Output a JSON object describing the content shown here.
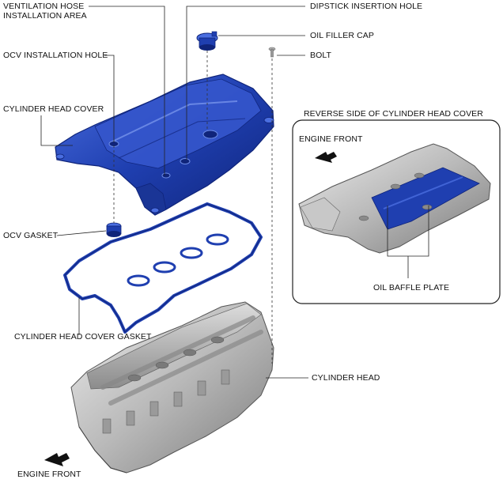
{
  "labels": {
    "ventilation_hose_line1": "VENTILATION HOSE",
    "ventilation_hose_line2": "INSTALLATION AREA",
    "dipstick_hole": "DIPSTICK INSERTION HOLE",
    "oil_filler_cap": "OIL FILLER CAP",
    "bolt": "BOLT",
    "ocv_installation_hole": "OCV INSTALLATION HOLE",
    "cylinder_head_cover": "CYLINDER HEAD COVER",
    "reverse_side_title": "REVERSE SIDE OF CYLINDER HEAD COVER",
    "engine_front_inset": "ENGINE FRONT",
    "oil_baffle_plate": "OIL BAFFLE PLATE",
    "ocv_gasket": "OCV GASKET",
    "cylinder_head_cover_gasket": "CYLINDER HEAD COVER GASKET",
    "cylinder_head": "CYLINDER HEAD",
    "engine_front_bottom": "ENGINE FRONT"
  },
  "colors": {
    "part_blue": "#1f3fb0",
    "part_blue_dark": "#0f247a",
    "part_blue_light": "#4a6ee0",
    "metal_light": "#d9d9d9",
    "metal_mid": "#a8a8a8",
    "metal_dark": "#6f6f6f",
    "leader_line": "#222222"
  },
  "icons": {
    "engine_front_arrow": "arrow-left-down-icon"
  }
}
